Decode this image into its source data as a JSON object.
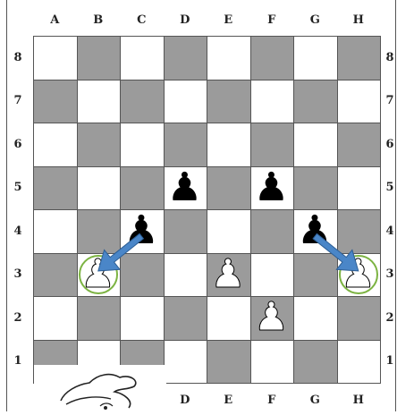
{
  "board": {
    "files": [
      "A",
      "B",
      "C",
      "D",
      "E",
      "F",
      "G",
      "H"
    ],
    "ranks": [
      "8",
      "7",
      "6",
      "5",
      "4",
      "3",
      "2",
      "1"
    ],
    "light_color": "#ffffff",
    "dark_color": "#9b9b9b"
  },
  "pieces": [
    {
      "type": "pawn",
      "color": "black",
      "square": "D5"
    },
    {
      "type": "pawn",
      "color": "black",
      "square": "F5"
    },
    {
      "type": "pawn",
      "color": "black",
      "square": "C4"
    },
    {
      "type": "pawn",
      "color": "black",
      "square": "G4"
    },
    {
      "type": "pawn",
      "color": "white",
      "square": "B3"
    },
    {
      "type": "pawn",
      "color": "white",
      "square": "E3"
    },
    {
      "type": "pawn",
      "color": "white",
      "square": "H3"
    },
    {
      "type": "pawn",
      "color": "white",
      "square": "F2"
    }
  ],
  "highlights": [
    {
      "square": "B3",
      "ring_color": "#7cb342"
    },
    {
      "square": "H3",
      "ring_color": "#7cb342"
    }
  ],
  "moves": [
    {
      "from": "C4",
      "to": "B3",
      "arrow_color": "#4a86c8"
    },
    {
      "from": "G4",
      "to": "H3",
      "arrow_color": "#4a86c8"
    }
  ],
  "glyphs": {
    "pawn": "♟"
  },
  "decorations": {
    "cartoon": "wizard-hat-sketch"
  }
}
